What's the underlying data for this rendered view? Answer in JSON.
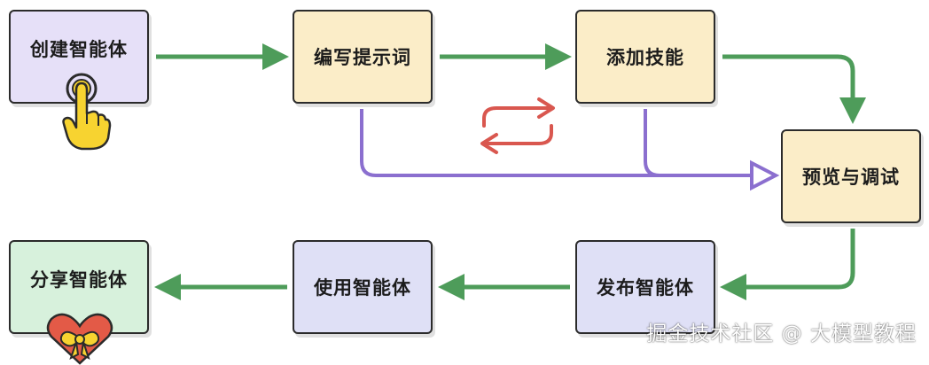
{
  "nodes": {
    "create": "创建智能体",
    "prompt": "编写提示词",
    "skill": "添加技能",
    "preview": "预览与调试",
    "publish": "发布智能体",
    "use": "使用智能体",
    "share": "分享智能体"
  },
  "icons": {
    "pointer": "hand-pointer-icon",
    "cycle": "loop-arrows-icon",
    "gift": "heart-bow-icon"
  },
  "colors": {
    "flow_arrow": "#4e9c5a",
    "feedback_arrow": "#8b6fcf",
    "cycle_arrow": "#d9574f"
  },
  "watermark": "掘金技术社区 @ 大模型教程"
}
